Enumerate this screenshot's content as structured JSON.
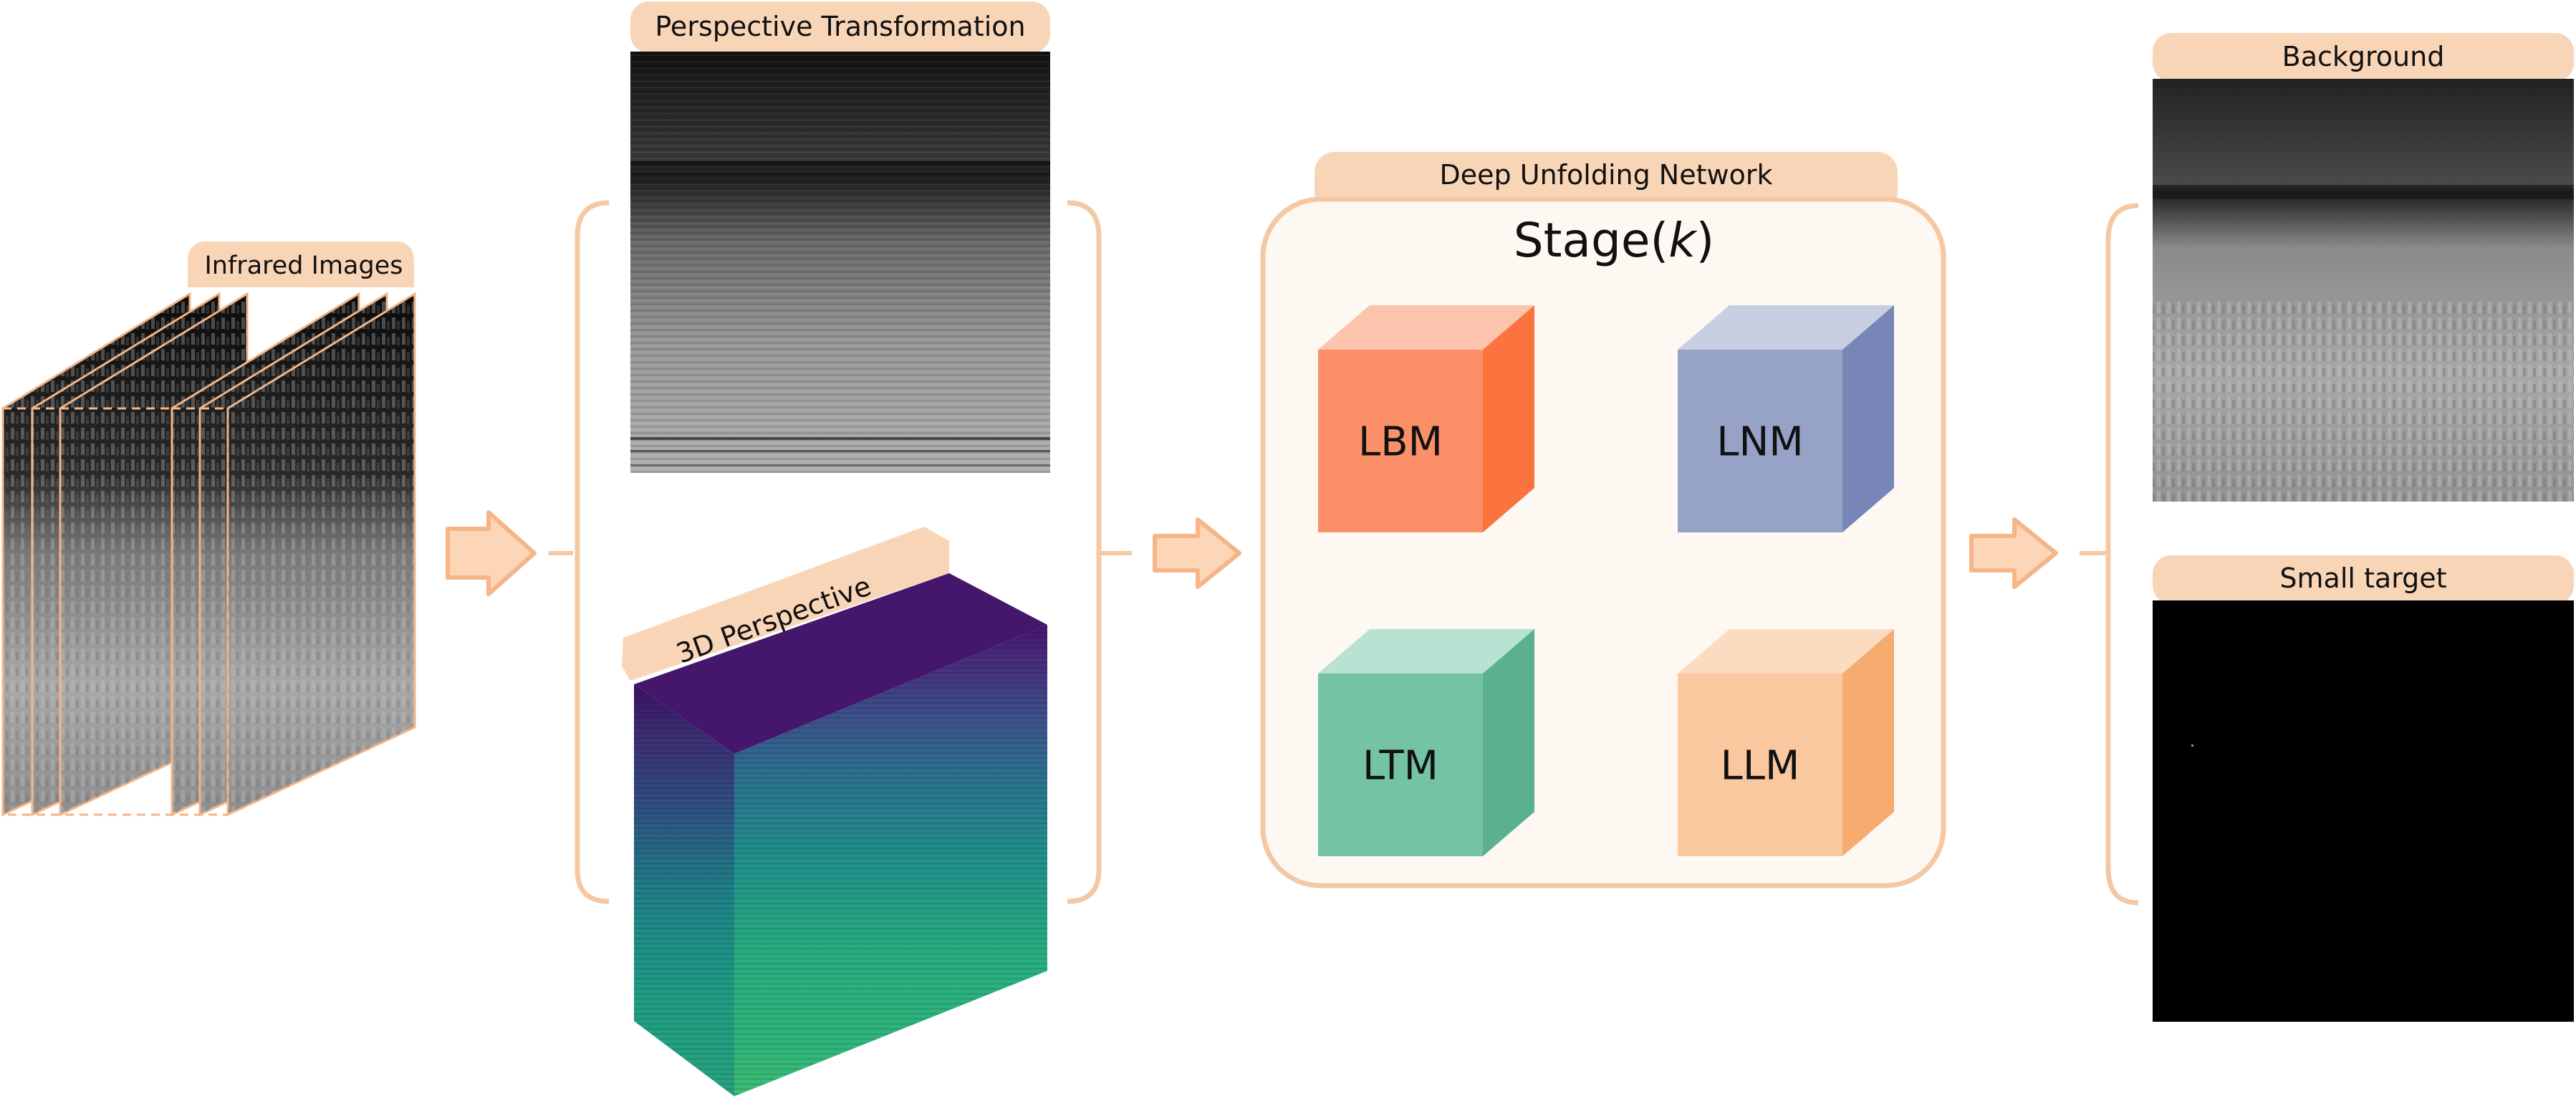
{
  "diagram": {
    "input": {
      "label": "Infrared Images"
    },
    "perspective": {
      "top_label": "Perspective Transformation",
      "bottom_label": "3D Perspective"
    },
    "network": {
      "label": "Deep Unfolding Network",
      "stage_title": "Stage(",
      "stage_var": "k",
      "stage_close": ")",
      "modules": [
        {
          "name": "LBM",
          "front": "#fb9068",
          "top": "#fcc3ad",
          "side": "#fb733f"
        },
        {
          "name": "LNM",
          "front": "#97a3c6",
          "top": "#c8cfe2",
          "side": "#7886b7"
        },
        {
          "name": "LTM",
          "front": "#74c3a5",
          "top": "#b8e2d2",
          "side": "#5bb08f"
        },
        {
          "name": "LLM",
          "front": "#f9c89f",
          "top": "#fbdcc1",
          "side": "#f6ab6f"
        }
      ]
    },
    "outputs": {
      "background_label": "Background",
      "target_label": "Small target"
    },
    "colors": {
      "accent_peach": "#f9d5b8",
      "arrow_fill": "#fcd6b6",
      "arrow_stroke": "#f5b586",
      "panel_bg": "#fef8f3",
      "panel_border": "#f5c8a4"
    }
  }
}
